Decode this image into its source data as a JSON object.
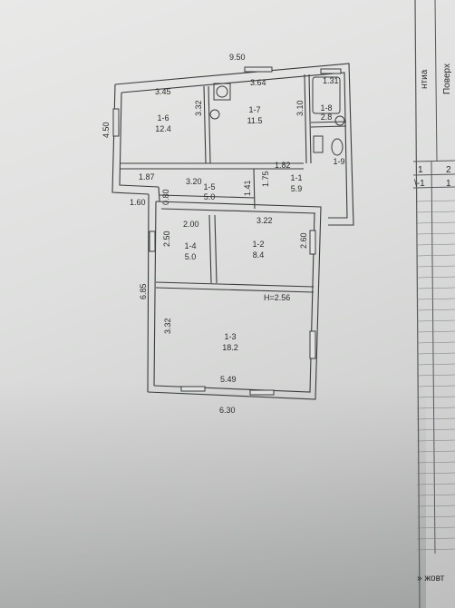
{
  "dimensions": {
    "top_total": "9.50",
    "left_height": "4.50",
    "room16_top": "3.45",
    "room16_inner": "3.32",
    "room17_top": "3.64",
    "room17_right": "3.10",
    "room18_top": "1.31",
    "lower_left": "1.87",
    "corridor_step": "1.60",
    "room15_top": "3.20",
    "room15_left": "0.80",
    "room15_right": "1.41",
    "room11_left": "1.75",
    "room11_top": "1.82",
    "room14_top": "2.00",
    "room14_left": "2.50",
    "room12_top": "3.22",
    "room12_right": "2.60",
    "left_total": "6.85",
    "room13_height": "3.32",
    "room13_bottom": "5.49",
    "bottom_total": "6.30",
    "ceiling_height": "H=2.56"
  },
  "rooms": [
    {
      "id": "1-6",
      "area": "12.4"
    },
    {
      "id": "1-7",
      "area": "11.5"
    },
    {
      "id": "1-8",
      "area": "2.8"
    },
    {
      "id": "1-9",
      "area": ""
    },
    {
      "id": "1-5",
      "area": "5.0"
    },
    {
      "id": "1-1",
      "area": "5.9"
    },
    {
      "id": "1-4",
      "area": "5.0"
    },
    {
      "id": "1-2",
      "area": "8.4"
    },
    {
      "id": "1-3",
      "area": "18.2"
    }
  ],
  "side_table": {
    "header_fragment": "нтиа",
    "column_header": "Поверх",
    "col1": "1",
    "col2": "2",
    "row_label": "\\-1",
    "row_value": "1"
  },
  "footer_fragment": "» жовт"
}
